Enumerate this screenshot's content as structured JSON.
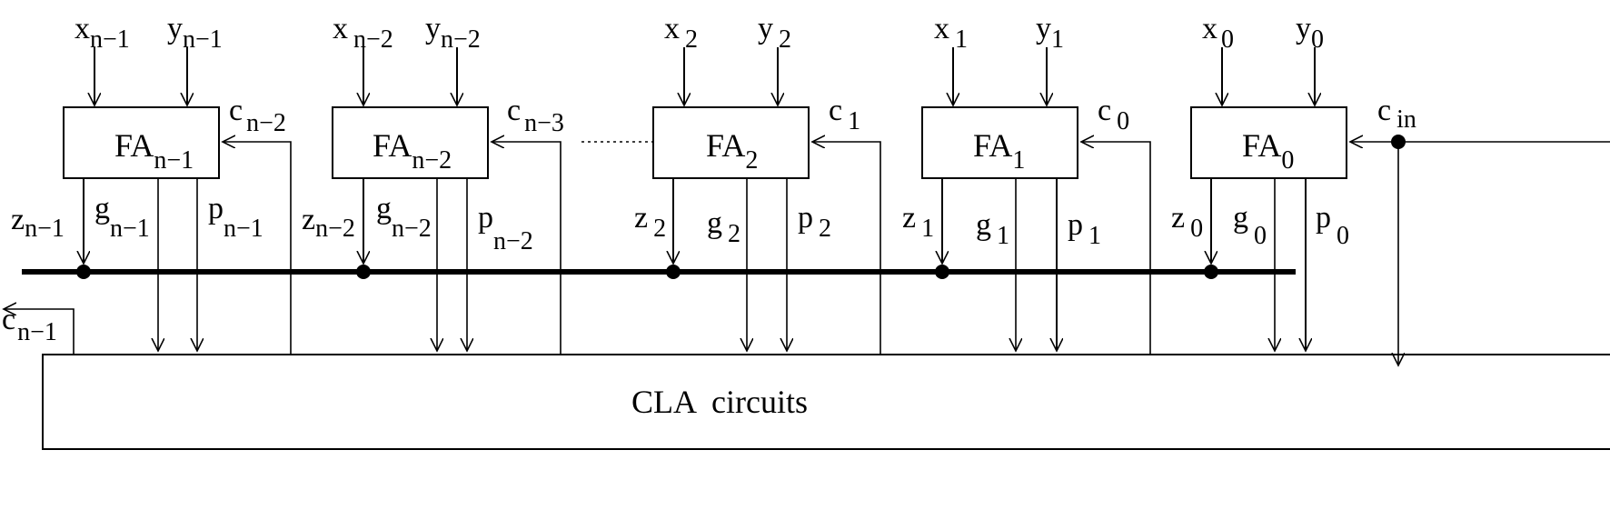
{
  "diagram": {
    "full_adders": [
      {
        "name": "FA",
        "sub": "n−1",
        "x": "x",
        "x_sub": "n−1",
        "y": "y",
        "y_sub": "n−1",
        "z": "z",
        "z_sub": "n−1",
        "g": "g",
        "g_sub": "n−1",
        "p": "p",
        "p_sub": "n−1",
        "c": "c",
        "c_sub": "n−2"
      },
      {
        "name": "FA",
        "sub": "n−2",
        "x": "x",
        "x_sub": "n−2",
        "y": "y",
        "y_sub": "n−2",
        "z": "z",
        "z_sub": "n−2",
        "g": "g",
        "g_sub": "n−2",
        "p": "p",
        "p_sub": "n−2",
        "c": "c",
        "c_sub": "n−3"
      },
      {
        "name": "FA",
        "sub": "2",
        "x": "x",
        "x_sub": "2",
        "y": "y",
        "y_sub": "2",
        "z": "z",
        "z_sub": "2",
        "g": "g",
        "g_sub": "2",
        "p": "p",
        "p_sub": "2",
        "c": "c",
        "c_sub": "1"
      },
      {
        "name": "FA",
        "sub": "1",
        "x": "x",
        "x_sub": "1",
        "y": "y",
        "y_sub": "1",
        "z": "z",
        "z_sub": "1",
        "g": "g",
        "g_sub": "1",
        "p": "p",
        "p_sub": "1",
        "c": "c",
        "c_sub": "0"
      },
      {
        "name": "FA",
        "sub": "0",
        "x": "x",
        "x_sub": "0",
        "y": "y",
        "y_sub": "0",
        "z": "z",
        "z_sub": "0",
        "g": "g",
        "g_sub": "0",
        "p": "p",
        "p_sub": "0",
        "c": "c",
        "c_sub": "in"
      }
    ],
    "carry_out": {
      "c": "c",
      "c_sub": "n−1"
    },
    "cla_label": "CLA  circuits"
  }
}
